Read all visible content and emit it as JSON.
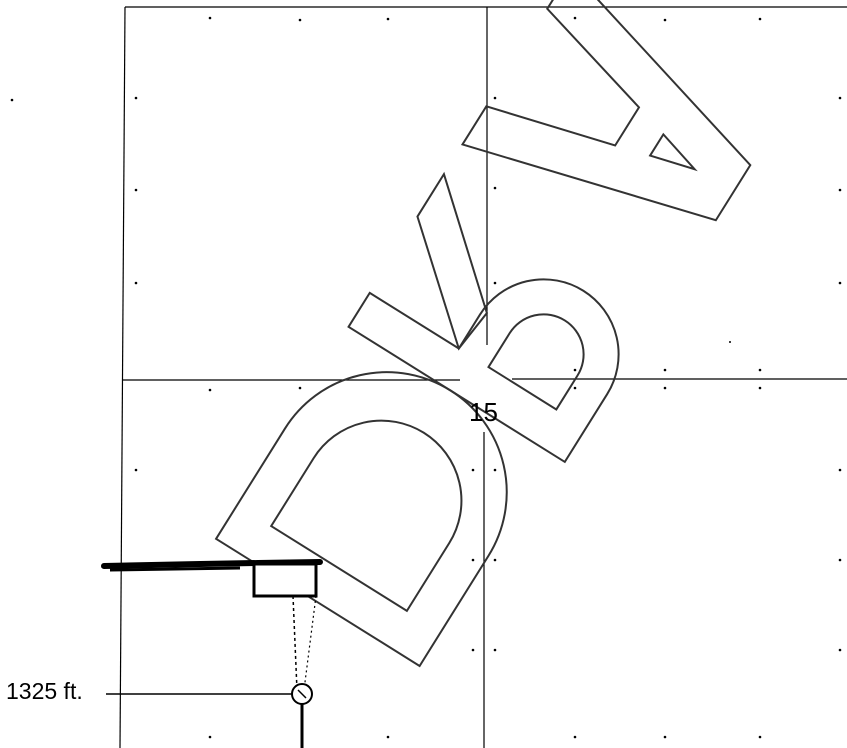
{
  "map": {
    "section_number": "15",
    "well_distance_label": "1325 ft.",
    "watermark_text": "DRAFT",
    "colors": {
      "background": "#ffffff",
      "lines": "#000000",
      "watermark_outline": "#333333"
    }
  }
}
